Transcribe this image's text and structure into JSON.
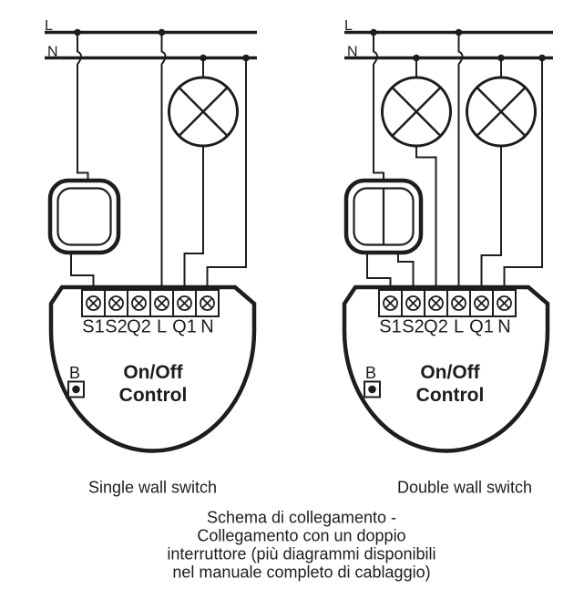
{
  "colors": {
    "ink": "#1d1d1b",
    "background": "#ffffff"
  },
  "icons": {
    "lamp": "circle-with-diagonal-cross",
    "terminal_screw": "circle-with-x-screw-head",
    "wall_switch_single": "rounded-square-button",
    "wall_switch_double": "rounded-square-button-split",
    "service_button": "small-square-with-dot",
    "junction": "filled-dot"
  },
  "diagrams": {
    "left": {
      "caption": "Single wall switch",
      "switch_type": "single",
      "lamp_count": 1,
      "bus_labels": {
        "live": "L",
        "neutral": "N"
      },
      "device": {
        "button_label": "B",
        "name_line1": "On/Off",
        "name_line2": "Control",
        "terminals": [
          "S1",
          "S2",
          "Q2",
          "L",
          "Q1",
          "N"
        ]
      }
    },
    "right": {
      "caption": "Double wall switch",
      "switch_type": "double",
      "lamp_count": 2,
      "bus_labels": {
        "live": "L",
        "neutral": "N"
      },
      "device": {
        "button_label": "B",
        "name_line1": "On/Off",
        "name_line2": "Control",
        "terminals": [
          "S1",
          "S2",
          "Q2",
          "L",
          "Q1",
          "N"
        ]
      }
    }
  },
  "footer": {
    "lines": [
      "Schema di collegamento -",
      "Collegamento con un doppio",
      "interruttore (più diagrammi disponibili",
      "nel manuale completo di cablaggio)"
    ]
  }
}
